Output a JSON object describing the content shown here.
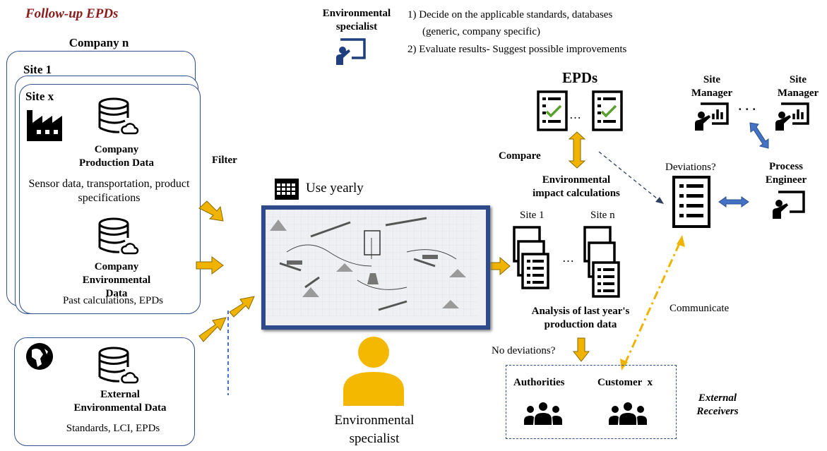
{
  "title": "Follow-up EPDs",
  "company": {
    "label": "Company n",
    "site1_label": "Site 1",
    "sitex_label": "Site x",
    "production_title": "Company\nProduction Data",
    "production_desc": "Sensor data, transportation, product specifications",
    "env_title": "Company\nEnvironmental Data",
    "env_desc": "Past calculations, EPDs"
  },
  "external": {
    "title": "External\nEnvironmental Data",
    "desc": "Standards, LCI, EPDs"
  },
  "filter_label": "Filter",
  "use_yearly_label": "Use yearly",
  "specialist_top": {
    "label": "Environmental\nspecialist",
    "step1": "1)  Decide on the applicable standards, databases",
    "step1b": "(generic, company specific)",
    "step2": "2)  Evaluate results- Suggest possible improvements"
  },
  "specialist_bottom_label": "Environmental\nspecialist",
  "epds_label": "EPDs",
  "compare_label": "Compare",
  "impact_label": "Environmental\nimpact calculations",
  "site1_calc": "Site 1",
  "siten_calc": "Site n",
  "ellipsis": "…",
  "analysis_label": "Analysis of last year's\nproduction data",
  "no_deviations_label": "No deviations?",
  "deviations_label": "Deviations?",
  "communicate_label": "Communicate",
  "site_manager_1": "Site\nManager",
  "site_manager_2": "Site\nManager",
  "process_engineer": "Process\nEngineer",
  "receivers": {
    "authorities": "Authorities",
    "customer": "Customer  x",
    "external_label": "External\nReceivers"
  },
  "colors": {
    "title": "#8b1a1a",
    "box_border": "#2f4f8f",
    "arrow_yellow": "#f0b400",
    "arrow_blue": "#4472c4",
    "check_green": "#5aa02c",
    "person_gold": "#f5b800",
    "frame_blue": "#2e4a8a"
  }
}
